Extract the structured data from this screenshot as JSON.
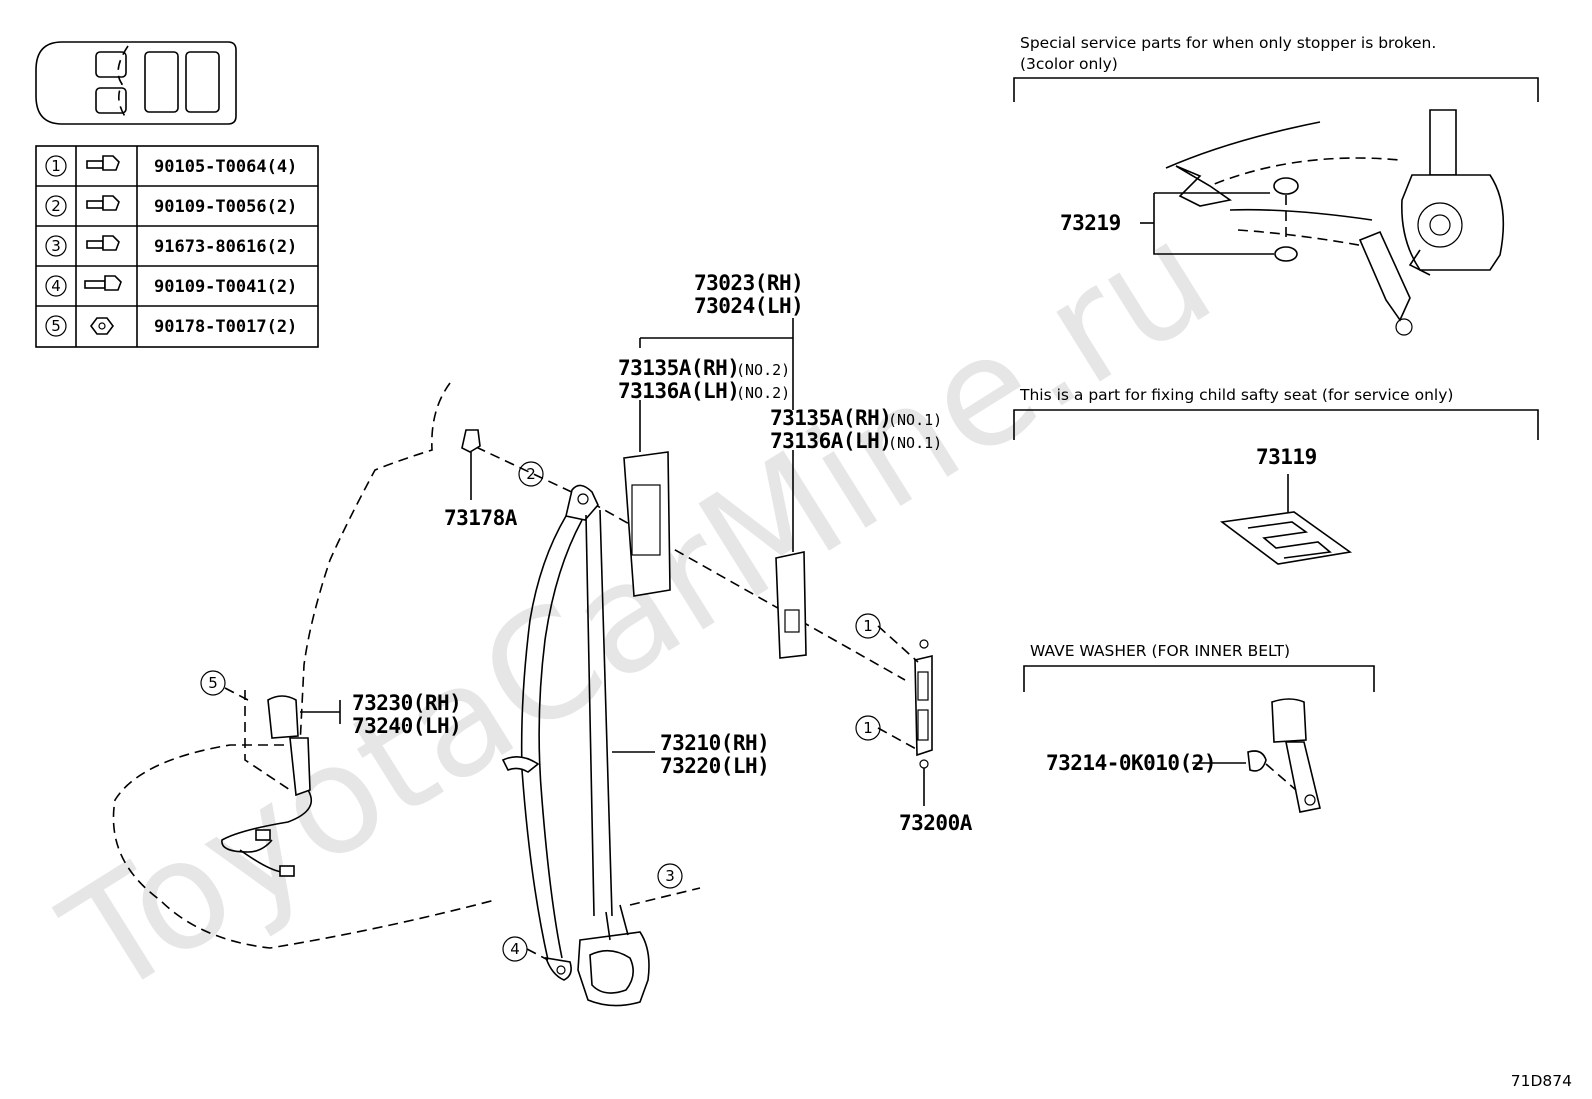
{
  "watermark": "ToyotaCarMine.ru",
  "diagram_code": "71D874",
  "fastener_table": [
    {
      "num": "1",
      "part": "90105-T0064(4)",
      "icon": "bolt-icon"
    },
    {
      "num": "2",
      "part": "90109-T0056(2)",
      "icon": "bolt-icon"
    },
    {
      "num": "3",
      "part": "91673-80616(2)",
      "icon": "bolt-icon"
    },
    {
      "num": "4",
      "part": "90109-T0041(2)",
      "icon": "bolt-icon"
    },
    {
      "num": "5",
      "part": "90178-T0017(2)",
      "icon": "nut-icon"
    }
  ],
  "parts": {
    "belt_assy": {
      "rh": "73023(RH)",
      "lh": "73024(LH)"
    },
    "cover_no2": {
      "rh": "73135A(RH)",
      "rh_tag": "(NO.2)",
      "lh": "73136A(LH)",
      "lh_tag": "(NO.2)"
    },
    "cover_no1": {
      "rh": "73135A(RH)",
      "rh_tag": "(NO.1)",
      "lh": "73136A(LH)",
      "lh_tag": "(NO.1)"
    },
    "clip": "73178A",
    "buckle": {
      "rh": "73230(RH)",
      "lh": "73240(LH)"
    },
    "outer_belt": {
      "rh": "73210(RH)",
      "lh": "73220(LH)"
    },
    "adjuster": "73200A",
    "stopper": "73219",
    "child_seat_part": "73119",
    "wave_washer": "73214-0K010(2)"
  },
  "callouts": [
    "1",
    "1",
    "2",
    "3",
    "4",
    "5"
  ],
  "notes": {
    "stopper_line1": "Special service parts for when only stopper is broken.",
    "stopper_line2": "(3color only)",
    "child_seat": "This is a part for fixing child safty seat (for service only)",
    "wave_washer": "WAVE WASHER (FOR INNER BELT)"
  }
}
